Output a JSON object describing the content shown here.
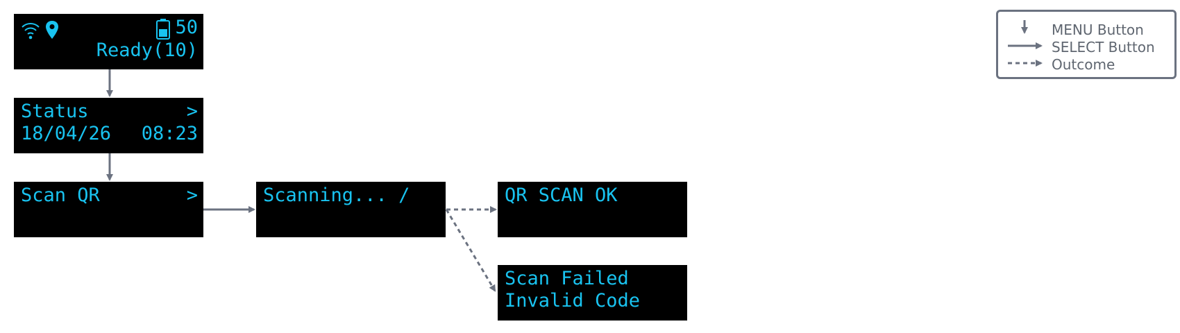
{
  "colors": {
    "screen_bg": "#000000",
    "screen_text": "#19c3f0",
    "connector": "#6b7280",
    "legend_text": "#5f6670"
  },
  "icons": {
    "wifi": "wifi-icon",
    "location": "location-pin-icon",
    "battery": "battery-icon",
    "chevron": "chevron-right-icon"
  },
  "screens": {
    "home": {
      "battery_level": "50",
      "status": "Ready(10)"
    },
    "status": {
      "title": "Status",
      "chevron": ">",
      "date": "18/04/26",
      "time": "08:23"
    },
    "scan_qr": {
      "title": "Scan QR",
      "chevron": ">"
    },
    "scanning": {
      "title": "Scanning... /"
    },
    "scan_ok": {
      "title": "QR SCAN OK"
    },
    "scan_failed": {
      "line1": "Scan Failed",
      "line2": "Invalid Code"
    }
  },
  "legend": {
    "menu": "MENU Button",
    "select": "SELECT Button",
    "outcome": "Outcome"
  }
}
